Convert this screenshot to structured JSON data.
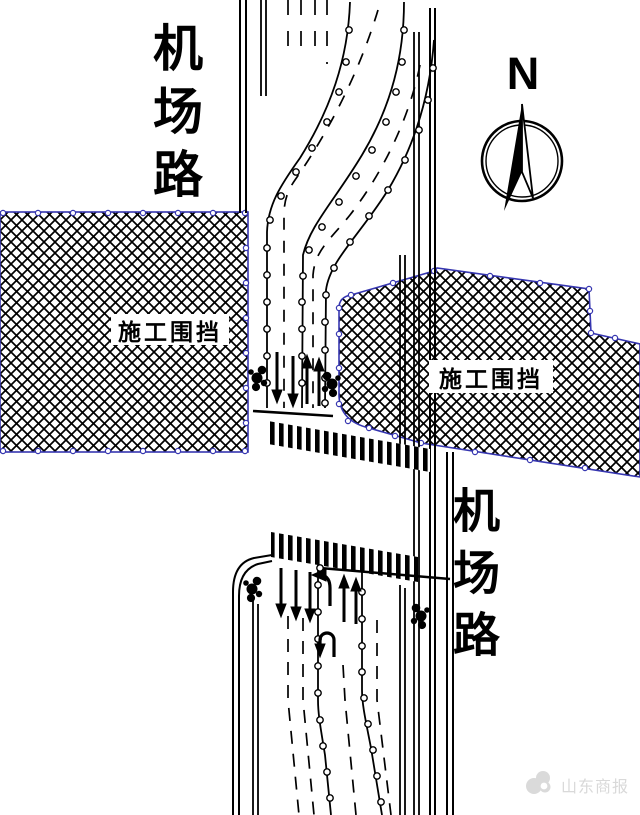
{
  "labels": {
    "road_north": "机场路",
    "road_south": "机场路",
    "construction_zone_left": "施工围挡",
    "construction_zone_right": "施工围挡",
    "compass_north": "N",
    "watermark": "山东商报"
  },
  "colors": {
    "line_black": "#000000",
    "selection_blue": "#3636b0",
    "watermark_gray": "#d9d9d9"
  },
  "diagram": {
    "kind": "traffic-construction-plan",
    "road_name": "机场路",
    "construction_zone_count": 2,
    "crosswalk_count": 2
  }
}
